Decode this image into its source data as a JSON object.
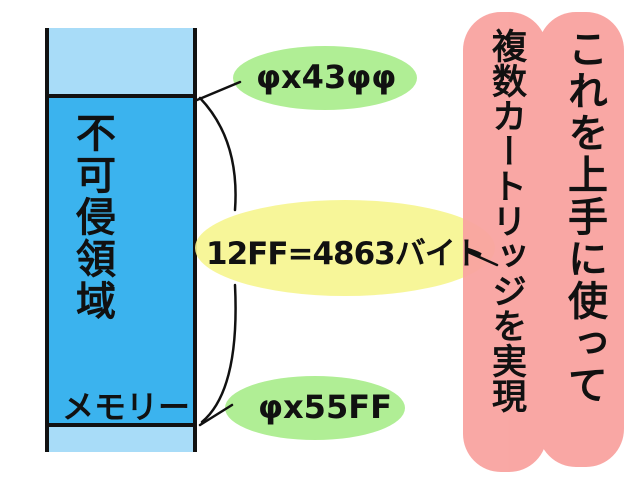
{
  "colors": {
    "memory_light": "#a8dcf8",
    "memory_dark": "#3bb3ee",
    "address_blob": "#a7ec8a",
    "size_blob": "#f6f58e",
    "note_blob": "#f9a3a0"
  },
  "memory_block": {
    "label_vertical": "不可侵領域",
    "label_horizontal": "メモリー"
  },
  "addresses": {
    "start": "φx43φφ",
    "end": "φx55FF"
  },
  "size": "12FF=4863バイト",
  "notes": {
    "column_1": "これを上手に使って",
    "column_2": "複数カートリッジを実現"
  }
}
